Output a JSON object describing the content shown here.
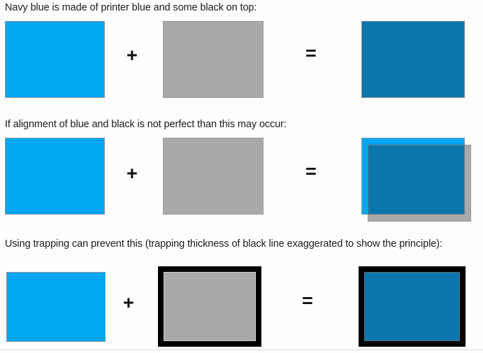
{
  "slide": {
    "background_color": "#fefefe",
    "rows": [
      {
        "caption": "Navy blue is made of printer blue and some black on top:",
        "operator_plus": "+",
        "operator_equals": "=",
        "left_swatch_label": "printer-blue",
        "middle_swatch_label": "black-screen-gray",
        "result_swatch_label": "navy-blue"
      },
      {
        "caption": "If alignment of blue and black is not perfect than this may occur:",
        "operator_plus": "+",
        "operator_equals": "=",
        "left_swatch_label": "printer-blue",
        "middle_swatch_label": "black-screen-gray",
        "result_swatch_label": "navy-blue-misregistered"
      },
      {
        "caption": "Using trapping can prevent this (trapping thickness of black line exaggerated to show the principle):",
        "operator_plus": "+",
        "operator_equals": "=",
        "left_swatch_label": "printer-blue",
        "middle_swatch_label": "black-screen-gray-trapped",
        "result_swatch_label": "navy-blue-trapped"
      }
    ]
  },
  "colors": {
    "printer_blue": "#00A6EF",
    "black_screen_gray": "#A9A9A9",
    "navy_blue": "#0B76AC",
    "trap_black": "#000000",
    "swatch_border": "#8d9aa8",
    "bottom_rule": "#d8d8d8",
    "text": "#1a1a1a"
  }
}
